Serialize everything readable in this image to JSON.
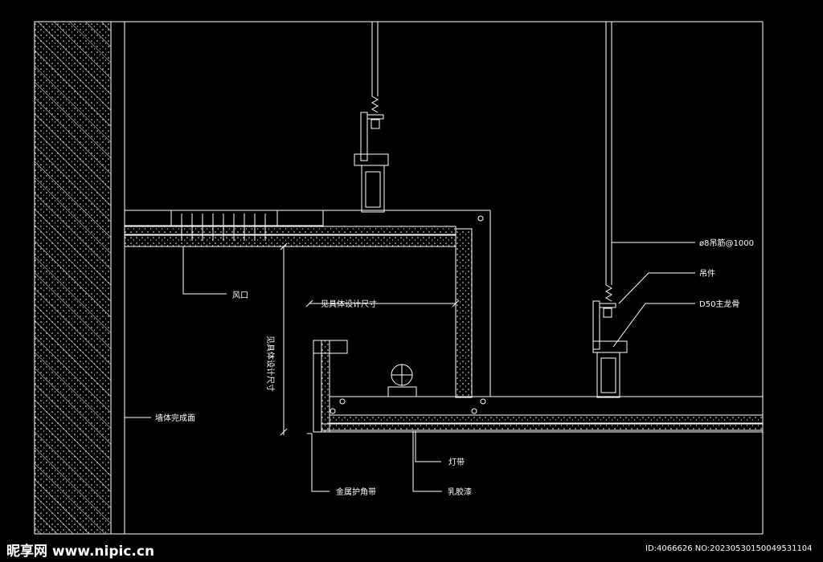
{
  "labels": {
    "air_vent": "风口",
    "design_size_h": "见具体设计尺寸",
    "design_size_v": "见具体设计尺寸",
    "wall_finish": "墙体完成面",
    "light_strip": "灯带",
    "metal_corner_guard": "金属护角带",
    "latex_paint": "乳胶漆",
    "hanger_rod": "ø8吊筋@1000",
    "hanger": "吊件",
    "main_keel": "D50主龙骨"
  },
  "watermark": {
    "site": "昵享网 www.nipic.cn",
    "id": "ID:4066626 NO:20230530150049531104"
  },
  "colors": {
    "background": "#000000",
    "line": "#ffffff"
  }
}
